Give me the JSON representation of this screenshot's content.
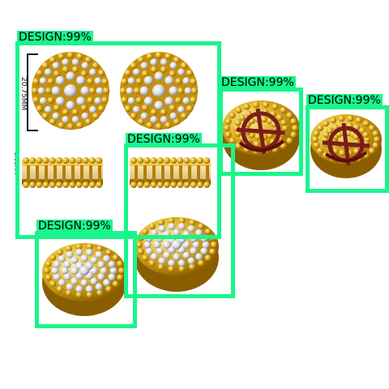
{
  "detections": [
    {
      "label": "DESIGN:99%"
    },
    {
      "label": "DESIGN:99%"
    },
    {
      "label": "DESIGN:99%"
    },
    {
      "label": "DESIGN:99%"
    },
    {
      "label": "DESIGN:99%"
    }
  ],
  "dimensions": {
    "width_text": "20.75MM",
    "height_text": "5.00MM"
  },
  "colors": {
    "box": "#19f58c",
    "gold": "#e0b020",
    "gold_dark": "#a97800",
    "pearl": "#e6e6e6",
    "wire": "#7a1c1c"
  }
}
